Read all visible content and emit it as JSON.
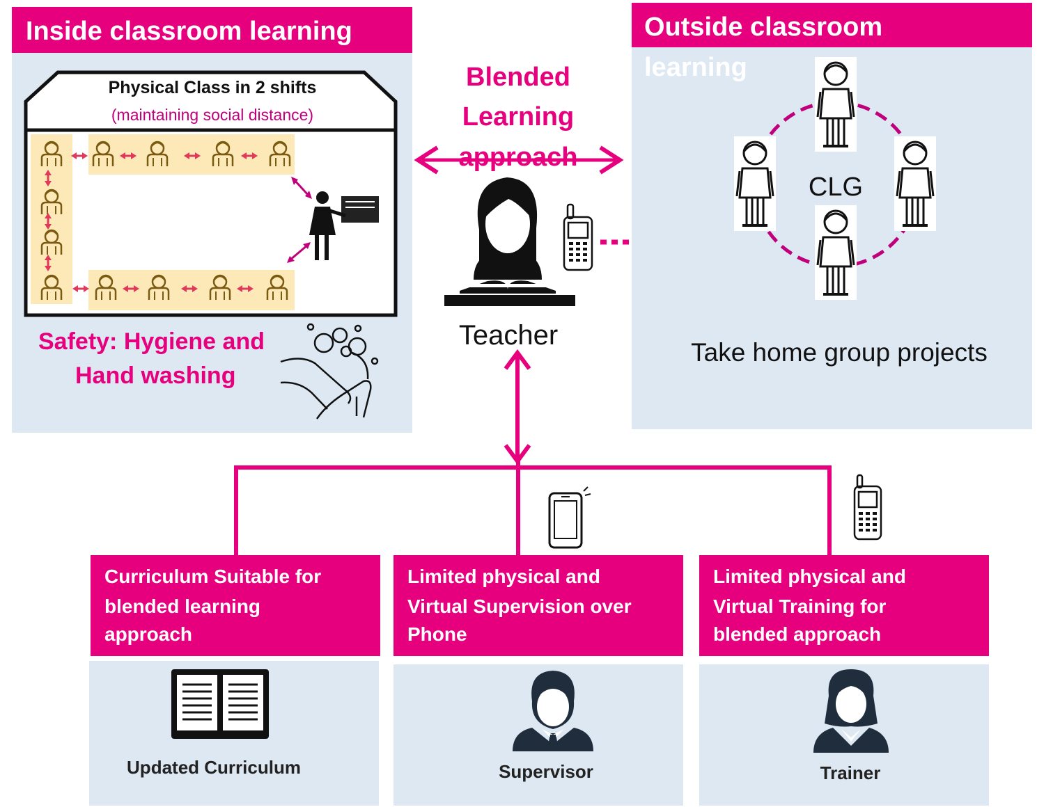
{
  "inside": {
    "title": "Inside classroom learning",
    "class_title": "Physical Class in 2 shifts",
    "class_subtitle": "(maintaining social distance)",
    "safety_line1": "Safety: Hygiene and",
    "safety_line2": "Hand washing"
  },
  "center": {
    "approach_line1": "Blended",
    "approach_line2": "Learning",
    "approach_line3": "approach",
    "teacher_label": "Teacher"
  },
  "outside": {
    "title_line1": "Outside classroom",
    "title_line2": "learning",
    "group_label": "CLG",
    "projects": "Take home group projects"
  },
  "bottom": [
    {
      "title_line1": "Curriculum Suitable for",
      "title_line2": "blended learning",
      "title_line3": "approach",
      "caption": "Updated Curriculum"
    },
    {
      "title_line1": "Limited physical and",
      "title_line2": "Virtual Supervision over",
      "title_line3": "Phone",
      "caption": "Supervisor"
    },
    {
      "title_line1": "Limited physical and",
      "title_line2": "Virtual Training for",
      "title_line3": "blended approach",
      "caption": "Trainer"
    }
  ],
  "colors": {
    "accent": "#e6007e",
    "panel": "#dde8f3",
    "seat": "#fde9b8",
    "seat_figure": "#7a5a10"
  }
}
